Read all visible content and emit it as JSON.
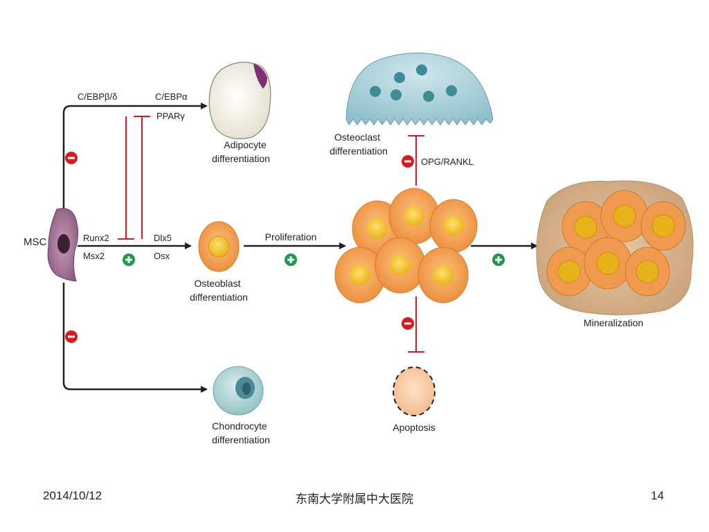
{
  "slide": {
    "date": "2014/10/12",
    "institution": "东南大学附属中大医院",
    "page_number": "14"
  },
  "diagram": {
    "msc": "MSC",
    "factors": {
      "cebp_bd": "C/EBPβ/δ",
      "cebp_a": "C/EBPα",
      "ppar_g": "PPARγ",
      "runx2": "Runx2",
      "msx2": "Msx2",
      "dlx5": "Dlx5",
      "osx": "Osx",
      "opg_rankl": "OPG/RANKL"
    },
    "cells": {
      "adipocyte_line1": "Adipocyte",
      "adipocyte_line2": "differentiation",
      "osteoclast_line1": "Osteoclast",
      "osteoclast_line2": "differentiation",
      "osteoblast_line1": "Osteoblast",
      "osteoblast_line2": "differentiation",
      "chondrocyte_line1": "Chondrocyte",
      "chondrocyte_line2": "differentiation"
    },
    "processes": {
      "proliferation": "Proliferation",
      "mineralization": "Mineralization",
      "apoptosis": "Apoptosis"
    },
    "colors": {
      "inhibit_red": "#d71920",
      "activate_green": "#1a9a4a",
      "arrow_black": "#231f20",
      "osteoblast_orange": "#f29a4a",
      "nucleus_yellow": "#f5c518",
      "osteoclast_blue": "#a9cfd9",
      "msc_purple": "#8a5a7e"
    }
  }
}
